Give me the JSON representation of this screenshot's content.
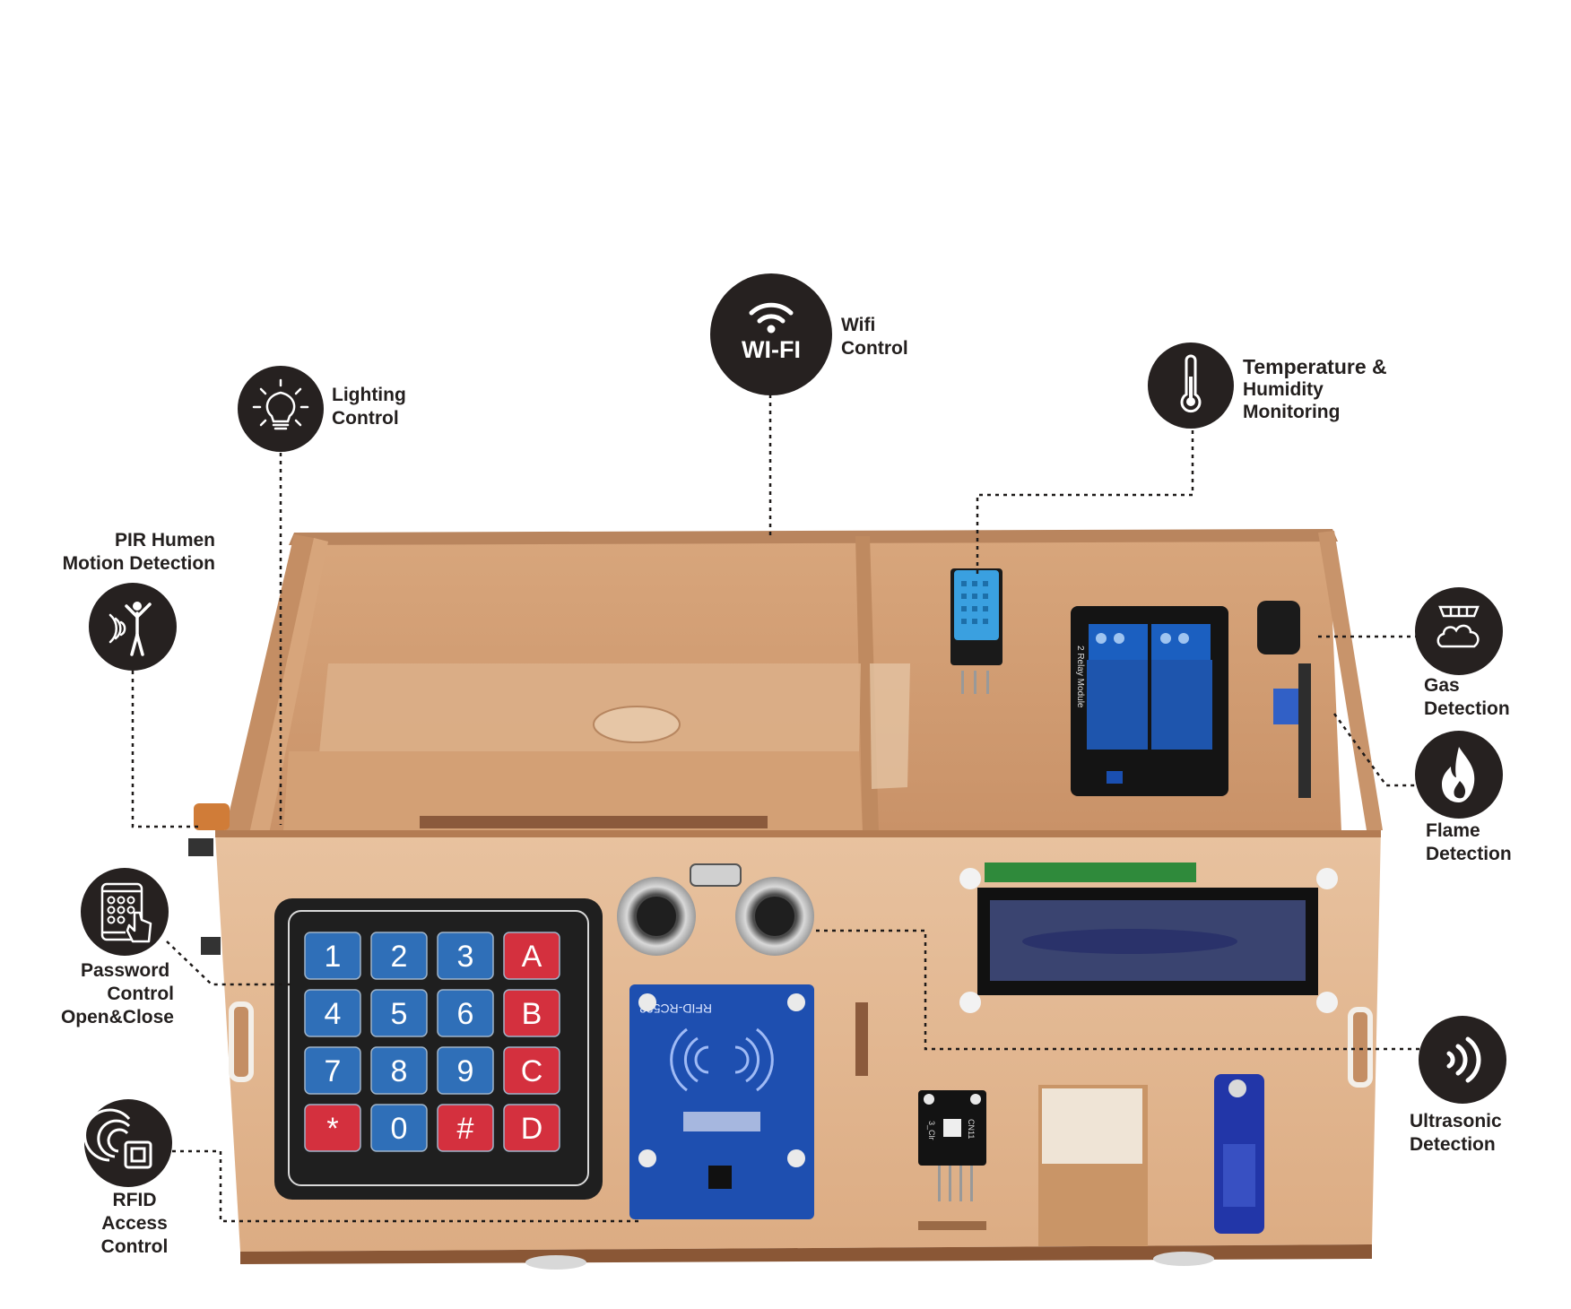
{
  "features": {
    "wifi": {
      "line1": "Wifi",
      "line2": "Control",
      "icon": "wifi-icon",
      "icon_text": "WI-FI"
    },
    "lighting": {
      "line1": "Lighting",
      "line2": "Control",
      "icon": "light-bulb-icon"
    },
    "temperature": {
      "line1": "Temperature &",
      "line2": "Humidity",
      "line3": "Monitoring",
      "icon": "thermometer-icon"
    },
    "pir": {
      "line1": "PIR Humen",
      "line2": "Motion Detection",
      "icon": "motion-person-icon"
    },
    "gas": {
      "line1": "Gas",
      "line2": "Detection",
      "icon": "gas-smoke-detector-icon"
    },
    "flame": {
      "line1": "Flame",
      "line2": "Detection",
      "icon": "flame-icon"
    },
    "password": {
      "line1": "Password",
      "line2": "Control",
      "line3": "Open&Close",
      "icon": "keypad-tablet-icon"
    },
    "ultrasonic": {
      "line1": "Ultrasonic",
      "line2": "Detection",
      "icon": "ultrasonic-wave-icon"
    },
    "rfid": {
      "line1": "RFID",
      "line2": "Access",
      "line3": "Control",
      "icon": "rfid-card-icon"
    }
  },
  "keypad": {
    "rows": [
      [
        "1",
        "2",
        "3",
        "A"
      ],
      [
        "4",
        "5",
        "6",
        "B"
      ],
      [
        "7",
        "8",
        "9",
        "C"
      ],
      [
        "*",
        "0",
        "#",
        "D"
      ]
    ]
  },
  "modules": {
    "rfid_label": "RFID-RC522",
    "relay_label": "2 Relay Module",
    "rgb_label": "3_Clr",
    "rgb_sub": "CN11"
  },
  "colors": {
    "icon_bg": "#262120",
    "wood": "#e0b48e",
    "wood_dark": "#c79670",
    "key_blue": "#2f6fb8",
    "key_red": "#d4303e",
    "module_blue": "#1e4fb0"
  }
}
